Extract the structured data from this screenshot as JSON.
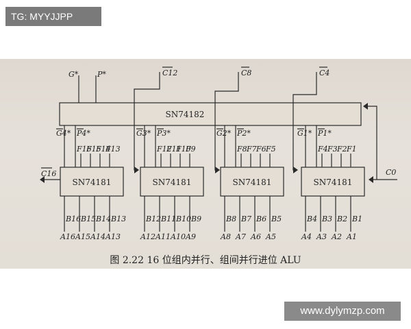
{
  "watermarks": {
    "top_left": "TG: MYYJJPP",
    "bottom_right": "www.dylymzp.com"
  },
  "diagram": {
    "lookahead_chip": "SN74182",
    "alu_chip": "SN74181",
    "top_signals": {
      "g": "G*",
      "p": "P*",
      "c12": "C12",
      "c8": "C8",
      "c4": "C4"
    },
    "carry_in": "C0",
    "carry_out": "C16",
    "gp_labels": [
      {
        "g": "G4*",
        "p": "P4*"
      },
      {
        "g": "G3*",
        "p": "P3*"
      },
      {
        "g": "G2*",
        "p": "P2*"
      },
      {
        "g": "G1*",
        "p": "P1*"
      }
    ],
    "alus": [
      {
        "f": [
          "F16",
          "F15",
          "F14",
          "F13"
        ],
        "b": [
          "B16",
          "B15",
          "B14",
          "B13"
        ],
        "a": [
          "A16",
          "A15",
          "A14",
          "A13"
        ]
      },
      {
        "f": [
          "F12",
          "F11",
          "F10",
          "F9"
        ],
        "b": [
          "B12",
          "B11",
          "B10",
          "B9"
        ],
        "a": [
          "A12",
          "A11",
          "A10",
          "A9"
        ]
      },
      {
        "f": [
          "F8",
          "F7",
          "F6",
          "F5"
        ],
        "b": [
          "B8",
          "B7",
          "B6",
          "B5"
        ],
        "a": [
          "A8",
          "A7",
          "A6",
          "A5"
        ]
      },
      {
        "f": [
          "F4",
          "F3",
          "F2",
          "F1"
        ],
        "b": [
          "B4",
          "B3",
          "B2",
          "B1"
        ],
        "a": [
          "A4",
          "A3",
          "A2",
          "A1"
        ]
      }
    ],
    "caption": "图 2.22   16 位组内并行、组间并行进位 ALU"
  }
}
